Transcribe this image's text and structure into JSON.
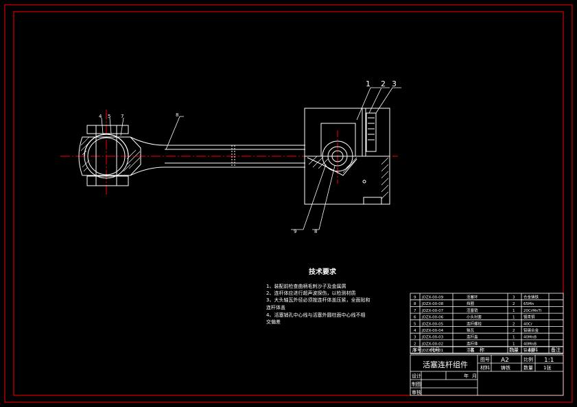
{
  "drawing": {
    "callouts": [
      "1",
      "2",
      "3",
      "4",
      "5",
      "7",
      "8",
      "9"
    ],
    "section_mark": "8"
  },
  "tech_req": {
    "title": "技术要求",
    "lines": [
      "1、装配前检查曲柄毛刺沙子及金属屑",
      "2、连杆体应进行超声波探伤，以检测材质",
      "3、大头轴瓦外径必须按连杆体盖压紧，全面贴和",
      "连杆体盖",
      "4、活塞销孔中心线与活塞外圆柱面中心线不相",
      "交偏差"
    ]
  },
  "parts": {
    "rows": [
      {
        "no": "9",
        "code": "JDZX-00-09",
        "name": "活塞环",
        "qty": "3",
        "mat": "合金铸铁"
      },
      {
        "no": "8",
        "code": "JDZX-00-08",
        "name": "挡圈",
        "qty": "2",
        "mat": "65Mn"
      },
      {
        "no": "7",
        "code": "JDZX-00-07",
        "name": "活塞销",
        "qty": "1",
        "mat": "20CrMnTi"
      },
      {
        "no": "6",
        "code": "JDZX-00-06",
        "name": "小头衬套",
        "qty": "1",
        "mat": "锡青铜"
      },
      {
        "no": "5",
        "code": "JDZX-00-05",
        "name": "连杆螺栓",
        "qty": "2",
        "mat": "40Cr"
      },
      {
        "no": "4",
        "code": "JDZX-00-04",
        "name": "轴瓦",
        "qty": "2",
        "mat": "铝锡合金"
      },
      {
        "no": "3",
        "code": "JDZX-00-03",
        "name": "连杆盖",
        "qty": "1",
        "mat": "40MnB"
      },
      {
        "no": "2",
        "code": "JDZX-00-02",
        "name": "连杆体",
        "qty": "1",
        "mat": "40MnB"
      },
      {
        "no": "1",
        "code": "JDZX-00-01",
        "name": "活塞",
        "qty": "1",
        "mat": "铝合金"
      }
    ],
    "headers": [
      "序号",
      "代号",
      "名　称",
      "数量",
      "材料",
      "备注"
    ]
  },
  "title_block": {
    "title": "活塞连杆组件",
    "tuhao_label": "图号",
    "tuhao": "A2",
    "bili_label": "比例",
    "bili": "1:1",
    "cailiao_label": "材料",
    "cailiao": "铸铁",
    "shuliang_label": "数量",
    "shuliang": "1张",
    "sheji_label": "设计",
    "zhitu_label": "制图",
    "shenhe_label": "审核",
    "nian": "年",
    "yue": "月"
  },
  "colors": {
    "frame": "#ff0000",
    "line": "#ffffff",
    "center": "#ff0000",
    "hatch": "#ffffff"
  }
}
